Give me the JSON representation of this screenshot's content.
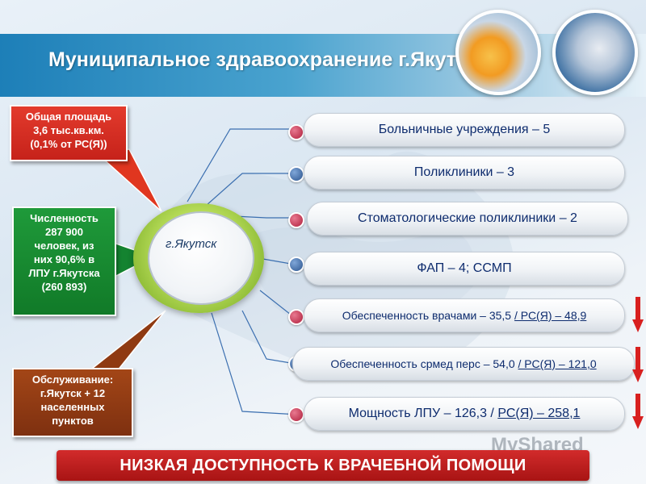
{
  "title": "Муниципальное здравоохранение г.Якутск",
  "hub_label": "г.Якутск",
  "callouts": {
    "area": [
      "Общая площадь",
      "3,6 тыс.кв.км.",
      "(0,1% от РС(Я))"
    ],
    "population": [
      "Численность",
      "287 900",
      "человек, из",
      "них 90,6% в",
      "ЛПУ г.Якутска",
      "(260 893)"
    ],
    "service": [
      "Обслуживание:",
      "г.Якутск + 12",
      "населенных",
      "пунктов"
    ]
  },
  "items": [
    {
      "text": "Больничные учреждения – 5",
      "dot": "red"
    },
    {
      "text": "Поликлиники – 3",
      "dot": "blue"
    },
    {
      "text": "Стоматологические поликлиники – 2",
      "dot": "red"
    },
    {
      "text": "ФАП – 4; ССМП",
      "dot": "blue"
    },
    {
      "text_main": "Обеспеченность врачами – 35,5",
      "text_ref": "/ РС(Я) – 48,9",
      "dot": "red"
    },
    {
      "text_main": "Обеспеченность срмед перс – 54,0",
      "text_ref": "/ РС(Я) – 121,0",
      "dot": "blue"
    },
    {
      "text_main": "Мощность ЛПУ – 126,3 /",
      "text_ref": "РС(Я) – 258,1",
      "dot": "red"
    }
  ],
  "banner": "НИЗКАЯ ДОСТУПНОСТЬ К ВРАЧЕБНОЙ ПОМОЩИ",
  "watermark": "MyShared",
  "colors": {
    "title_bar": "#1d7fb8",
    "callout_red": "#d42c22",
    "callout_green": "#1a8a32",
    "callout_brown": "#8f3a12",
    "banner": "#c01e1e",
    "pill_text": "#0e2c6e",
    "down_arrow": "#d8201f"
  }
}
